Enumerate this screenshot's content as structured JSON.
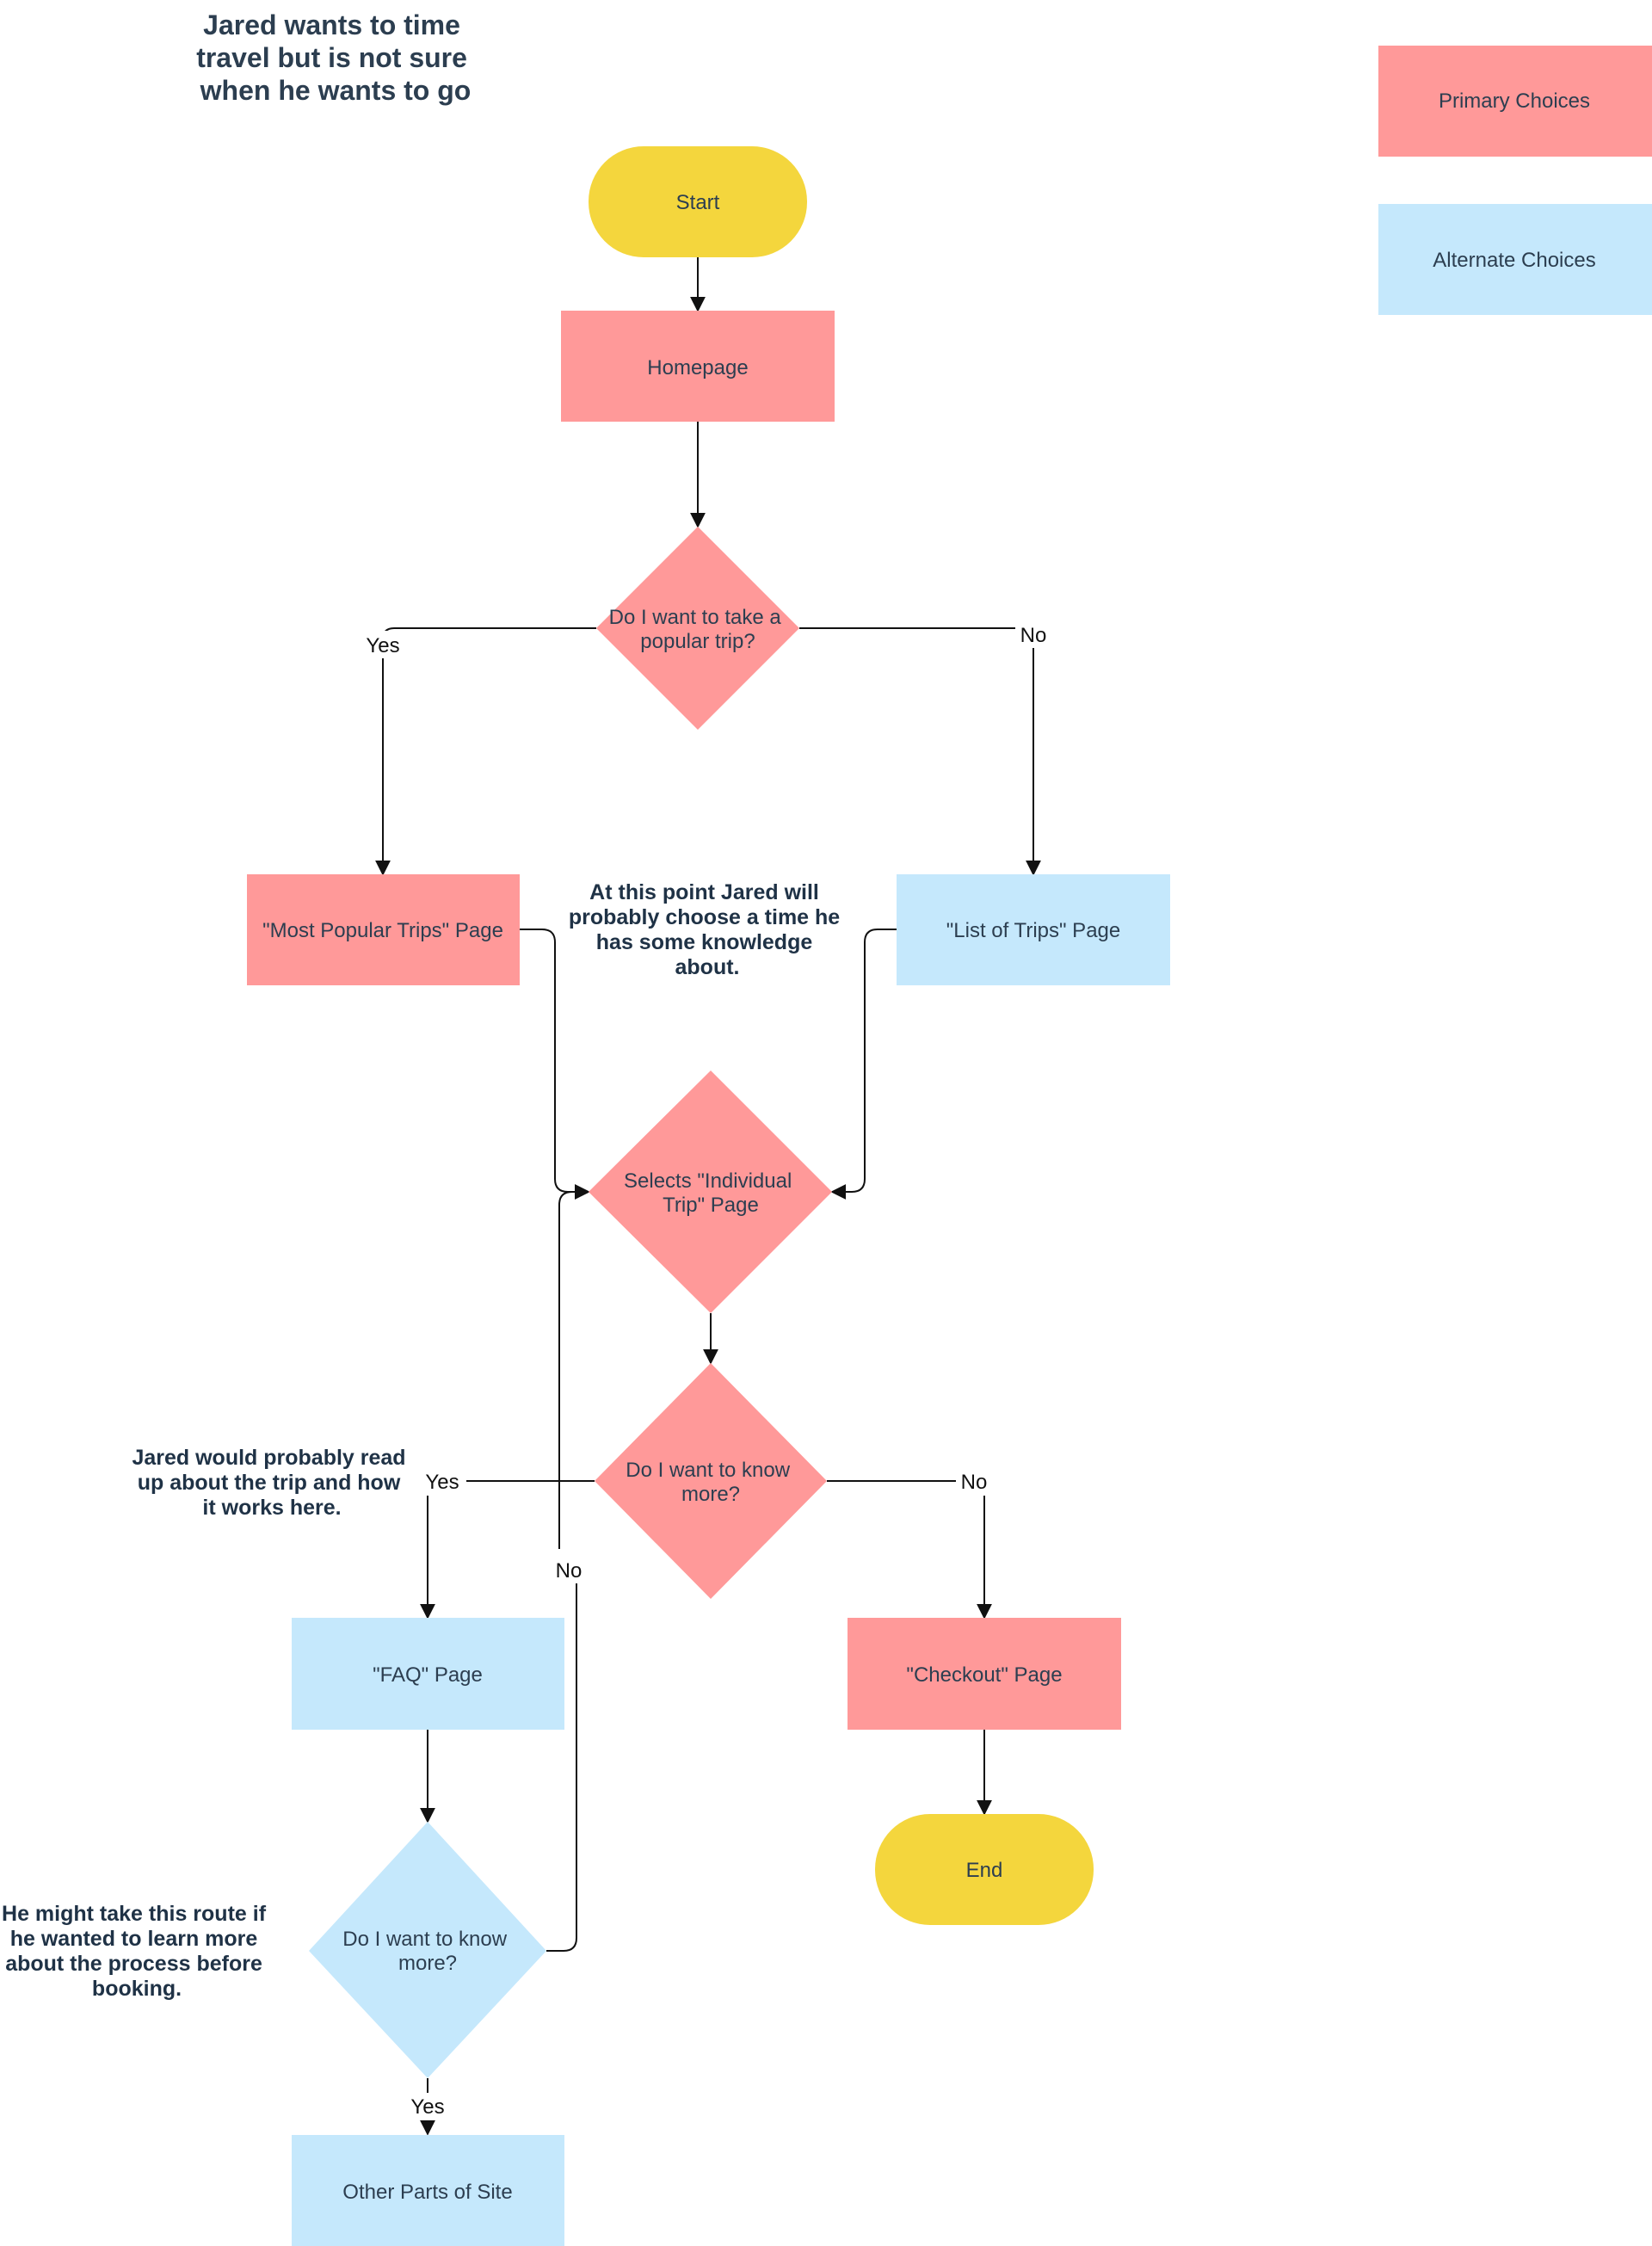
{
  "title": {
    "lines": [
      "Jared wants to time",
      "travel but is not sure",
      "when he wants to go"
    ]
  },
  "legend": {
    "primary": {
      "label": "Primary Choices",
      "color": "#ff9999"
    },
    "alternate": {
      "label": "Alternate Choices",
      "color": "#c5e8fc"
    }
  },
  "colors": {
    "terminal": "#f4d63d",
    "primary": "#ff9999",
    "alternate": "#c5e8fc",
    "connector": "#111111",
    "text": "#2c3e50"
  },
  "nodes": {
    "start": {
      "lines": [
        "Start"
      ]
    },
    "homepage": {
      "lines": [
        "Homepage"
      ]
    },
    "popular_decision": {
      "lines": [
        "Do I want to take a",
        "popular trip?"
      ]
    },
    "most_popular": {
      "lines": [
        "\"Most Popular Trips\" Page"
      ]
    },
    "list_trips": {
      "lines": [
        "\"List of Trips\" Page"
      ]
    },
    "individual": {
      "lines": [
        "Selects \"Individual",
        "Trip\" Page"
      ]
    },
    "know_more_1": {
      "lines": [
        "Do I want to know",
        "more?"
      ]
    },
    "faq": {
      "lines": [
        "\"FAQ\" Page"
      ]
    },
    "checkout": {
      "lines": [
        "\"Checkout\" Page"
      ]
    },
    "end": {
      "lines": [
        "End"
      ]
    },
    "know_more_2": {
      "lines": [
        "Do I want to know",
        "more?"
      ]
    },
    "other_parts": {
      "lines": [
        "Other Parts of Site"
      ]
    }
  },
  "notes": {
    "knowledge": [
      "At this point Jared will",
      "probably choose a time he",
      "has some knowledge",
      "about."
    ],
    "read_up": [
      "Jared would probably read",
      "up about the trip and how",
      "it works here."
    ],
    "route": [
      "He might take this route if",
      "he wanted to learn more",
      "about the process before",
      "booking."
    ]
  },
  "edges": {
    "popular_yes": "Yes",
    "popular_no": "No",
    "know1_yes": "Yes",
    "know1_no": "No",
    "know2_no": "No",
    "know2_yes": "Yes"
  }
}
